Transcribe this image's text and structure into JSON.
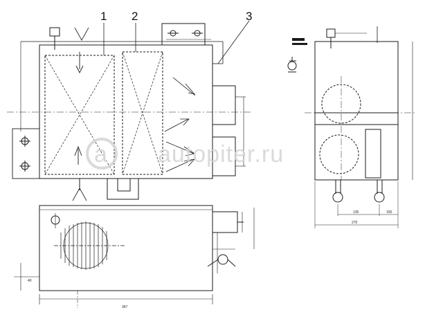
{
  "callouts": {
    "c1": "1",
    "c2": "2",
    "c3": "3"
  },
  "watermark": {
    "text": "autopiter.ru",
    "logo": "a"
  },
  "dims": {
    "front_width": "367",
    "side_width": "270",
    "side_right": "150",
    "bottom_left": "40",
    "side_half": "135"
  },
  "colors": {
    "line": "#1a1a1a",
    "watermark": "#d4d4d4",
    "background": "#ffffff"
  }
}
